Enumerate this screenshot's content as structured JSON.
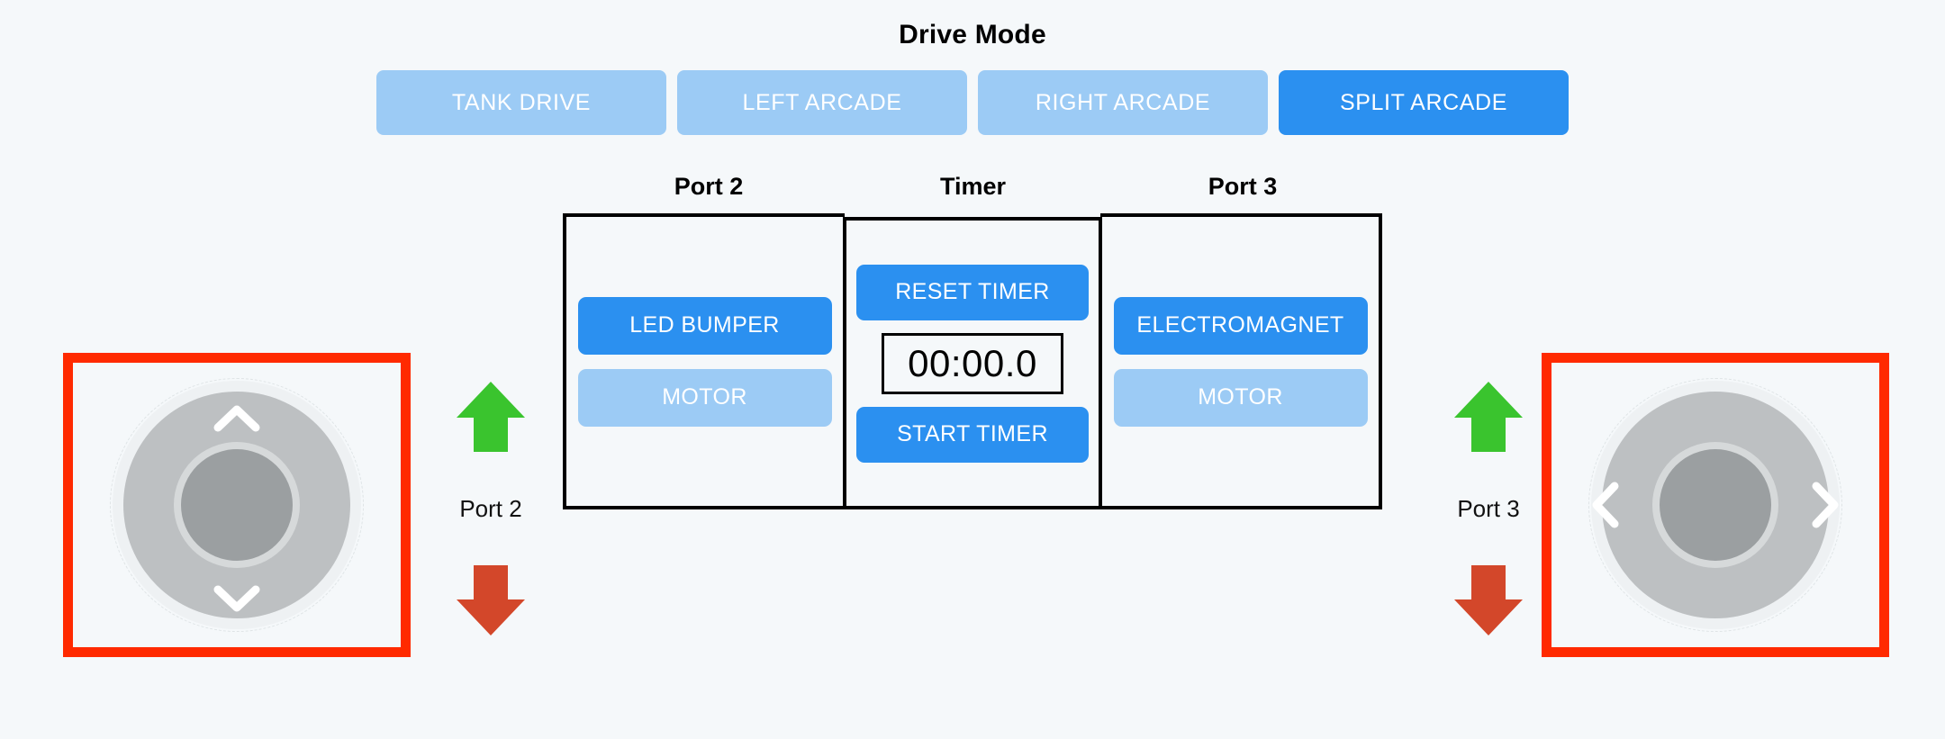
{
  "drive_mode": {
    "title": "Drive Mode",
    "options": [
      {
        "label": "TANK DRIVE",
        "active": false
      },
      {
        "label": "LEFT ARCADE",
        "active": false
      },
      {
        "label": "RIGHT ARCADE",
        "active": false
      },
      {
        "label": "SPLIT ARCADE",
        "active": true
      }
    ],
    "selected": "SPLIT ARCADE"
  },
  "columns": {
    "port2_label": "Port 2",
    "timer_label": "Timer",
    "port3_label": "Port 3"
  },
  "port2": {
    "primary_button": "LED BUMPER",
    "secondary_button": "MOTOR"
  },
  "timer": {
    "reset_button": "RESET TIMER",
    "display": "00:00.0",
    "start_button": "START TIMER"
  },
  "port3": {
    "primary_button": "ELECTROMAGNET",
    "secondary_button": "MOTOR"
  },
  "port_arrows": {
    "port2_label": "Port 2",
    "port3_label": "Port 3",
    "up_icon": "green-up-arrow-icon",
    "down_icon": "red-down-arrow-icon"
  },
  "joysticks": {
    "left": {
      "name": "left-joystick",
      "axis": "vertical",
      "icons": [
        "chevron-up-icon",
        "chevron-down-icon"
      ]
    },
    "right": {
      "name": "right-joystick",
      "axis": "horizontal",
      "icons": [
        "chevron-left-icon",
        "chevron-right-icon"
      ]
    }
  },
  "colors": {
    "background": "#f5f8fa",
    "accent_active": "#2b90f0",
    "accent_disabled": "#9ccbf5",
    "highlight_border": "#ff2a00",
    "arrow_up": "#3ac42e",
    "arrow_down": "#d3472a",
    "panel_border": "#000000",
    "joystick_base": "#bdc0c2",
    "joystick_knob": "#9b9fa1"
  }
}
